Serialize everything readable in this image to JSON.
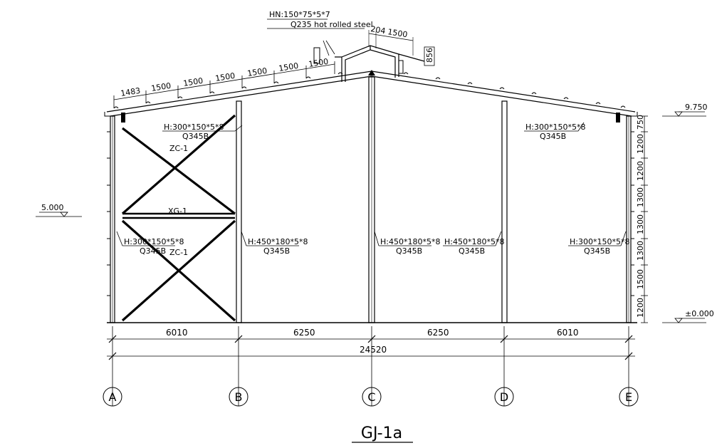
{
  "drawing": {
    "title": "GJ-1a",
    "axes": [
      "A",
      "B",
      "C",
      "D",
      "E"
    ],
    "bay_dims": [
      "6010",
      "6250",
      "6250",
      "6010"
    ],
    "total_dim": "24520",
    "levels": {
      "eave": "9.750",
      "mid": "5.000",
      "ground": "±0.000"
    },
    "right_dims": [
      "750",
      "1200",
      "1200",
      "1300",
      "1300",
      "1300",
      "1500",
      "1200"
    ],
    "roof_dims": [
      "1483",
      "1500",
      "1500",
      "1500",
      "1500",
      "1500",
      "1500"
    ],
    "monitor": {
      "section": "HN:150*75*5*7",
      "material": "Q235 hot rolled steel",
      "dim_a": "204",
      "dim_b": "1500",
      "height": "856"
    },
    "labels": {
      "rafter_left_sec": "H:300*150*5*8",
      "rafter_left_mat": "Q345B",
      "rafter_right_sec": "H:300*150*5*8",
      "rafter_right_mat": "Q345B",
      "col_a_sec": "H:300*150*5*8",
      "col_a_mat": "Q345B",
      "col_b_sec": "H:450*180*5*8",
      "col_b_mat": "Q345B",
      "col_c_sec": "H:450*180*5*8",
      "col_c_mat": "Q345B",
      "col_d_sec": "H:450*180*5*8",
      "col_d_mat": "Q345B",
      "col_e_sec": "H:300*150*5*8",
      "col_e_mat": "Q345B",
      "brace_upper": "ZC-1",
      "brace_lower": "ZC-1",
      "strut": "XG-1"
    }
  }
}
